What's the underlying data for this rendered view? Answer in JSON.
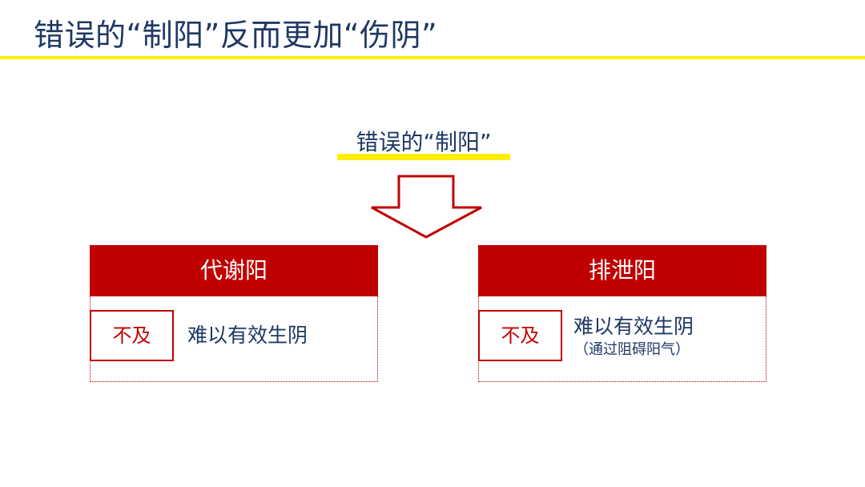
{
  "slide": {
    "title": "错误的“制阳”反而更加“伤阴”"
  },
  "diagram": {
    "center_label": "错误的“制阳”",
    "left_panel": {
      "header": "代谢阳",
      "badge": "不及",
      "description": "难以有效生阴"
    },
    "right_panel": {
      "header": "排泄阳",
      "badge": "不及",
      "description": "难以有效生阴",
      "note": "（通过阻碍阳气）"
    }
  },
  "colors": {
    "title_text": "#1f3864",
    "accent_yellow": "#ffee00",
    "panel_red": "#c00000"
  }
}
